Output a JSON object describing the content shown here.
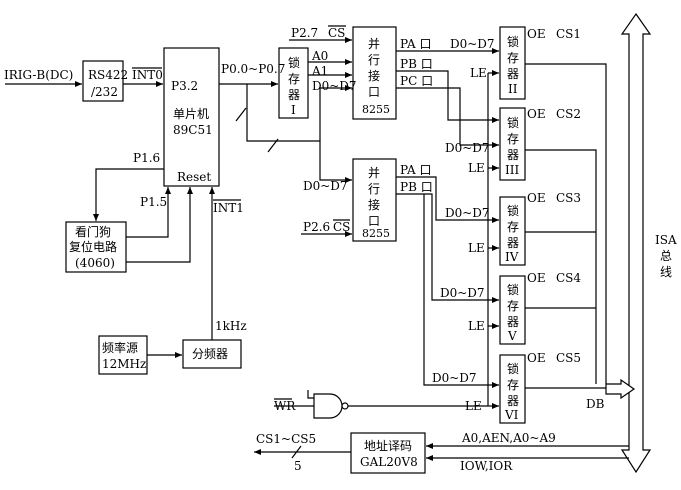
{
  "inputs": {
    "irig": "IRIG-B(DC)",
    "osc1": "频率源",
    "osc2": "12MHz"
  },
  "blocks": {
    "rs_line1": "RS422",
    "rs_line2": "/232",
    "mcu_pin": "P3.2",
    "mcu_name1": "单片机",
    "mcu_name2": "89C51",
    "mcu_reset": "Reset",
    "wd1": "看门狗",
    "wd2": "复位电路",
    "wd3": "(4060)",
    "divider": "分频器",
    "latch1_chars": [
      "锁",
      "存",
      "器"
    ],
    "latch1_num": "I",
    "ppi_chars": [
      "并",
      "行",
      "接",
      "口"
    ],
    "ppi_part": "8255",
    "latch_chars": [
      "锁",
      "存",
      "器"
    ],
    "latch_nums": [
      "II",
      "III",
      "IV",
      "V",
      "VI"
    ],
    "gal1": "地址译码",
    "gal2": "GAL20V8",
    "bus_chars": [
      "ISA",
      "总",
      "线"
    ]
  },
  "signals": {
    "int0": "INT0",
    "int1": "INT1",
    "p0": "P0.0~P0.7",
    "p16": "P1.6",
    "p15": "P1.5",
    "freq": "1kHz",
    "p27": "P2.7",
    "p26": "P2.6",
    "cs": "CS",
    "a0": "A0",
    "a1": "A1",
    "d07": "D0~D7",
    "pa": "PA 口",
    "pb": "PB 口",
    "pc": "PC 口",
    "oe": "OE",
    "le": "LE",
    "cs_names": [
      "CS1",
      "CS2",
      "CS3",
      "CS4",
      "CS5"
    ],
    "wr": "WR",
    "db": "DB",
    "cs15": "CS1~CS5",
    "five": "5",
    "addr": "A0,AEN,A0~A9",
    "iow": "IOW,IOR"
  }
}
